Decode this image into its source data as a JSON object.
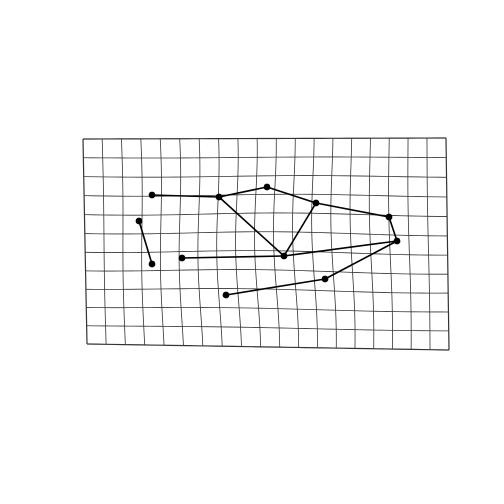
{
  "diagram": {
    "type": "node-link graph on warped grid",
    "grid": {
      "columns": 19,
      "rows": 11
    },
    "nodes": [
      {
        "id": "n1"
      },
      {
        "id": "n2"
      },
      {
        "id": "n3"
      },
      {
        "id": "n4"
      },
      {
        "id": "n5"
      },
      {
        "id": "n6"
      },
      {
        "id": "n7"
      },
      {
        "id": "n8"
      },
      {
        "id": "n9"
      },
      {
        "id": "n10"
      },
      {
        "id": "n11"
      },
      {
        "id": "n12"
      }
    ],
    "edges": [
      {
        "from": "n1",
        "to": "n2"
      },
      {
        "from": "n2",
        "to": "n3"
      },
      {
        "from": "n3",
        "to": "n4"
      },
      {
        "from": "n4",
        "to": "n5"
      },
      {
        "from": "n5",
        "to": "n6"
      },
      {
        "from": "n2",
        "to": "n8"
      },
      {
        "from": "n4",
        "to": "n8"
      },
      {
        "from": "n7",
        "to": "n8"
      },
      {
        "from": "n8",
        "to": "n6"
      },
      {
        "from": "n6",
        "to": "n11"
      },
      {
        "from": "n11",
        "to": "n12"
      },
      {
        "from": "n9",
        "to": "n10"
      }
    ],
    "colors": {
      "grid": "#333333",
      "edge": "#000000",
      "node": "#000000",
      "background": "#ffffff"
    }
  }
}
